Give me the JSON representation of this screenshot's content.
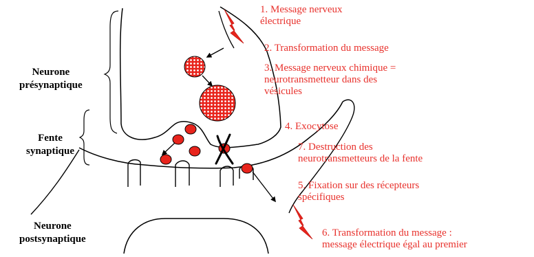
{
  "labels": {
    "presynaptic": [
      "Neurone",
      "présynaptique"
    ],
    "cleft": [
      "Fente",
      "synaptique"
    ],
    "postsynaptic": [
      "Neurone",
      "postsynaptique"
    ]
  },
  "steps": [
    [
      "1. Message nerveux",
      "électrique"
    ],
    [
      "2. Transformation du message"
    ],
    [
      "3. Message nerveux chimique =",
      "neurotransmetteur dans des",
      "vésicules"
    ],
    [
      "4. Exocytose"
    ],
    [
      "7. Destruction des",
      "neurotransmetteurs de la fente"
    ],
    [
      "5. Fixation sur des récepteurs",
      "spécifiques"
    ],
    [
      "6. Transformation du message :",
      "message électrique égal au premier"
    ]
  ],
  "colors": {
    "step_text": "#e8312c",
    "lightning": "#e8241c",
    "vesicle": "#e8241c",
    "outline": "#000000"
  }
}
